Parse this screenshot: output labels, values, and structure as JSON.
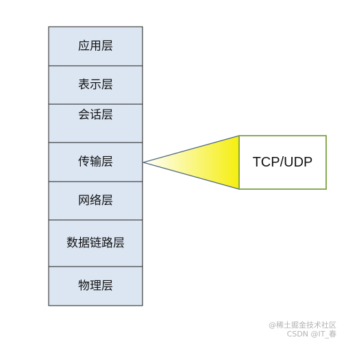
{
  "layers": [
    {
      "label": "应用层"
    },
    {
      "label": "表示层"
    },
    {
      "label": "会话层"
    },
    {
      "label": "传输层"
    },
    {
      "label": "网络层"
    },
    {
      "label": "数据链路层"
    },
    {
      "label": "物理层"
    }
  ],
  "callout": {
    "label": "TCP/UDP",
    "target_layer_index": 3,
    "gradient_from": "#f5ee10",
    "gradient_to": "#ffffff"
  },
  "watermark": {
    "line1": "@稀土掘金技术社区",
    "line2": "CSDN @IT_春"
  }
}
